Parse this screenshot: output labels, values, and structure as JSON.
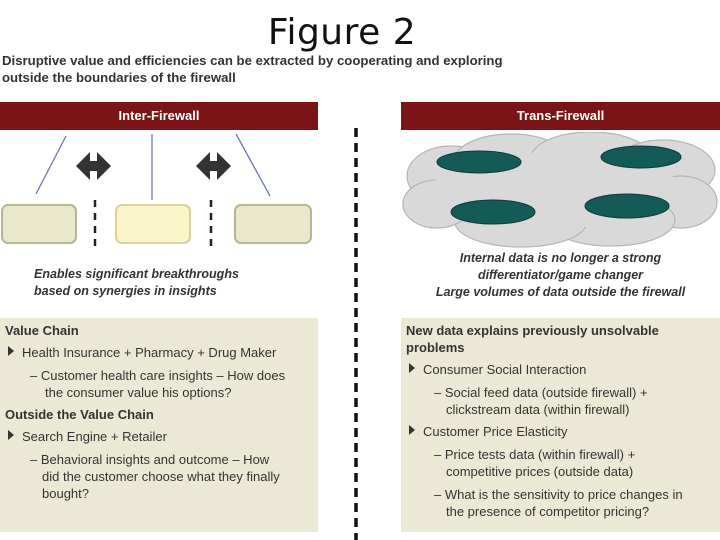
{
  "figure_title": "Figure 2",
  "subtitle": "Disruptive value and efficiencies can be extracted by cooperating and exploring outside the boundaries of the firewall",
  "inter_firewall": {
    "banner": "Inter-Firewall",
    "caption_line1": "Enables significant breakthroughs",
    "caption_line2": "based on synergies in insights",
    "heading1": "Value Chain",
    "bullet1": "Health Insurance + Pharmacy + Drug Maker",
    "sub1_line1": "– Customer health care insights – How does",
    "sub1_line2": "the consumer value his options?",
    "heading2": "Outside the Value Chain",
    "bullet2": "Search Engine + Retailer",
    "sub2_line1": "– Behavioral insights and outcome – How",
    "sub2_line2": "did the customer choose what they finally",
    "sub2_line3": "bought?"
  },
  "trans_firewall": {
    "banner": "Trans-Firewall",
    "caption_line1": "Internal data is no longer a strong",
    "caption_line2": "differentiator/game changer",
    "caption_line3": "Large volumes of data outside the firewall",
    "heading_line1": "New data explains previously unsolvable",
    "heading_line2": "problems",
    "bullet1": "Consumer Social Interaction",
    "sub1_line1": "– Social feed data (outside firewall) +",
    "sub1_line2": "clickstream data (within firewall)",
    "bullet2": "Customer Price Elasticity",
    "sub2_line1": "– Price tests data (within firewall) +",
    "sub2_line2": "competitive prices (outside data)",
    "sub3_line1": "– What is the sensitivity to price changes in",
    "sub3_line2": "the presence of competitor pricing?"
  },
  "colors": {
    "banner": "#7a1416",
    "panel": "#ebe9d5",
    "cloud": "#d9d9d9",
    "ellipse": "#145a57"
  }
}
